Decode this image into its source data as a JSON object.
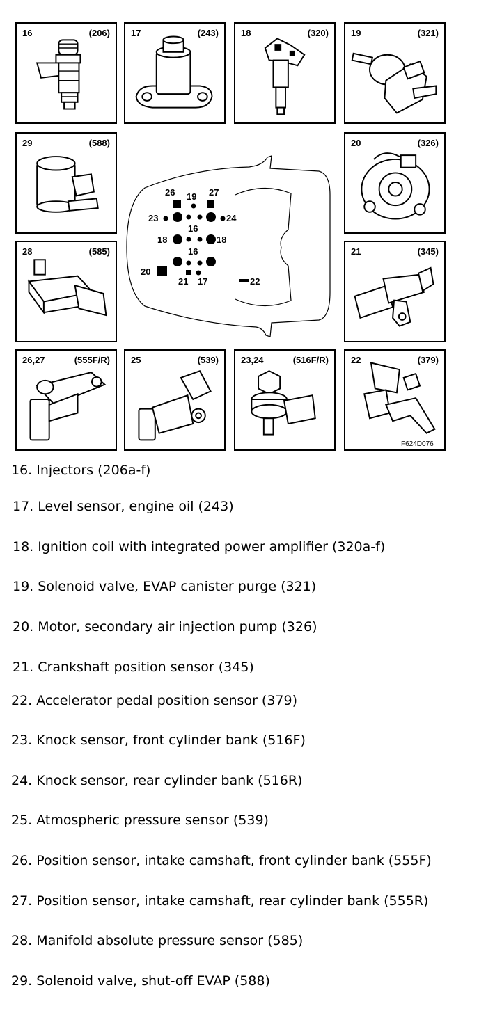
{
  "panels": [
    {
      "num": "16",
      "code": "(206)"
    },
    {
      "num": "17",
      "code": "(243)"
    },
    {
      "num": "18",
      "code": "(320)"
    },
    {
      "num": "19",
      "code": "(321)"
    },
    {
      "num": "29",
      "code": "(588)"
    },
    {
      "num": "20",
      "code": "(326)"
    },
    {
      "num": "28",
      "code": "(585)"
    },
    {
      "num": "21",
      "code": "(345)"
    },
    {
      "num": "26,27",
      "code": "(555F/R)"
    },
    {
      "num": "25",
      "code": "(539)"
    },
    {
      "num": "23,24",
      "code": "(516F/R)"
    },
    {
      "num": "22",
      "code": "(379)"
    }
  ],
  "figure_id": "F624D076",
  "center_labels": {
    "l26": "26",
    "l19": "19",
    "l27": "27",
    "l23": "23",
    "l24": "24",
    "l16a": "16",
    "l18a": "18",
    "l18b": "18",
    "l16b": "16",
    "l20": "20",
    "l21": "21",
    "l17": "17",
    "l22": "22"
  },
  "legend": [
    "16. Injectors (206a-f)",
    "17. Level sensor, engine oil (243)",
    "18. Ignition coil with integrated power amplifier (320a-f)",
    "19. Solenoid valve, EVAP canister purge (321)",
    "20. Motor, secondary air injection pump (326)",
    "21. Crankshaft position sensor (345)",
    "22. Accelerator pedal position sensor (379)",
    "23. Knock sensor, front cylinder bank (516F)",
    "24. Knock sensor, rear cylinder bank (516R)",
    "25. Atmospheric pressure sensor (539)",
    "26. Position sensor, intake camshaft, front cylinder bank (555F)",
    "27. Position sensor, intake camshaft, rear cylinder bank (555R)",
    "28. Manifold absolute pressure sensor (585)",
    "29. Solenoid valve, shut-off EVAP (588)"
  ]
}
